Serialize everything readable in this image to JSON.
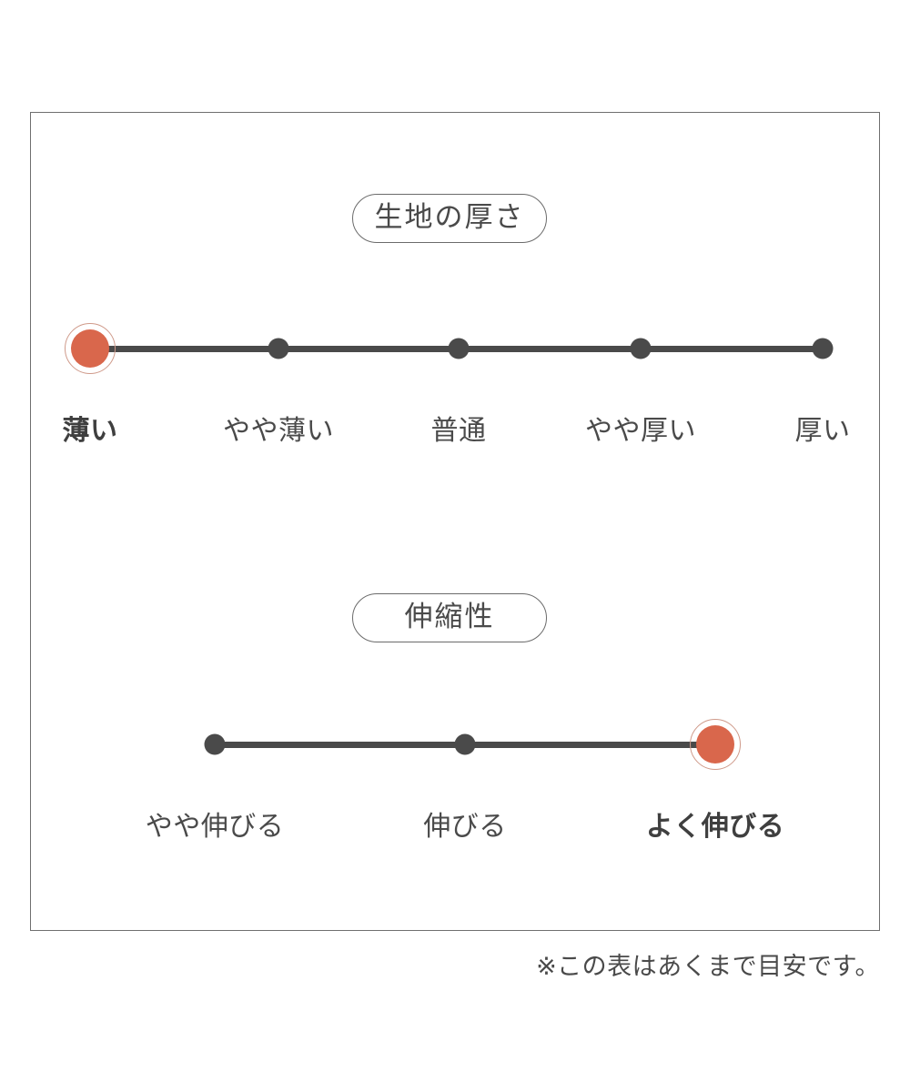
{
  "chart_data": {
    "type": "table",
    "title": "",
    "sections": [
      {
        "id": "fabric-thickness",
        "title": "生地の厚さ",
        "axis": "thickness",
        "selected_index": 0,
        "categories": [
          "薄い",
          "やや薄い",
          "普通",
          "やや厚い",
          "厚い"
        ],
        "values": [
          1,
          0,
          0,
          0,
          0
        ]
      },
      {
        "id": "stretchiness",
        "title": "伸縮性",
        "axis": "stretch",
        "selected_index": 2,
        "categories": [
          "やや伸びる",
          "伸びる",
          "よく伸びる"
        ],
        "values": [
          0,
          0,
          1
        ]
      }
    ],
    "legend": [],
    "grid": false
  },
  "footnote": "※この表はあくまで目安です。",
  "colors": {
    "accent": "#d9674c",
    "accent_ring": "#cf9a8a",
    "dot": "#4a4a4a",
    "track": "#4a4a4a",
    "border": "#6f6f6f",
    "text": "#4a4a4a",
    "background": "#ffffff"
  }
}
